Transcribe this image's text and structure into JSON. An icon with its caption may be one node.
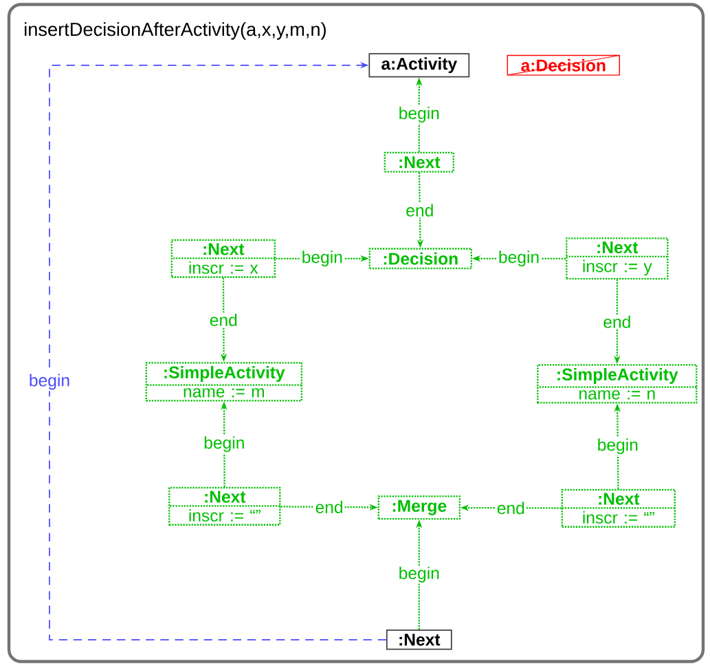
{
  "diagram": {
    "nodes": [
      {
        "text": [
          "insertDecisionAfterActivity(a,x,y,m,n)"
        ]
      },
      {
        "text": [
          "a:Activity"
        ],
        "in": 0
      },
      {
        "text": [
          "a:Decision"
        ],
        "in": 0
      },
      {
        "text": [
          ":Next"
        ],
        "in": 0
      },
      {
        "text": [
          ":Decision"
        ],
        "in": 0
      },
      {
        "text": [
          ":Next",
          "inscr := x"
        ],
        "in": 0
      },
      {
        "text": [
          ":Next",
          "inscr := y"
        ],
        "in": 0
      },
      {
        "text": [
          ":SimpleActivity",
          "name := m"
        ],
        "in": 0
      },
      {
        "text": [
          ":SimpleActivity",
          "name := n"
        ],
        "in": 0
      },
      {
        "text": [
          ":Next",
          "inscr := “”"
        ],
        "in": 0
      },
      {
        "text": [
          ":Merge"
        ],
        "in": 0
      },
      {
        "text": [
          ":Next",
          "inscr := “”"
        ],
        "in": 0
      },
      {
        "text": [
          ":Next"
        ],
        "in": 0
      }
    ],
    "edges": [
      {
        "from": 3,
        "to": 1,
        "arrow": "to",
        "label": "begin"
      },
      {
        "from": 3,
        "to": 4,
        "arrow": "to",
        "label": "end"
      },
      {
        "from": 5,
        "to": 4,
        "arrow": "to",
        "label": "begin"
      },
      {
        "from": 6,
        "to": 4,
        "arrow": "to",
        "label": "begin"
      },
      {
        "from": 5,
        "to": 7,
        "arrow": "to",
        "label": "end"
      },
      {
        "from": 6,
        "to": 8,
        "arrow": "to",
        "label": "end"
      },
      {
        "from": 9,
        "to": 7,
        "arrow": "to",
        "label": "begin"
      },
      {
        "from": 11,
        "to": 8,
        "arrow": "to",
        "label": "begin"
      },
      {
        "from": 9,
        "to": 10,
        "arrow": "to",
        "label": "end"
      },
      {
        "from": 11,
        "to": 10,
        "arrow": "to",
        "label": "end"
      },
      {
        "from": 12,
        "to": 10,
        "arrow": "to",
        "label": "begin"
      },
      {
        "from": 12,
        "to": 1,
        "arrow": "to",
        "label": "begin",
        "style": "dashed",
        "color": "#4a4aff"
      }
    ]
  }
}
